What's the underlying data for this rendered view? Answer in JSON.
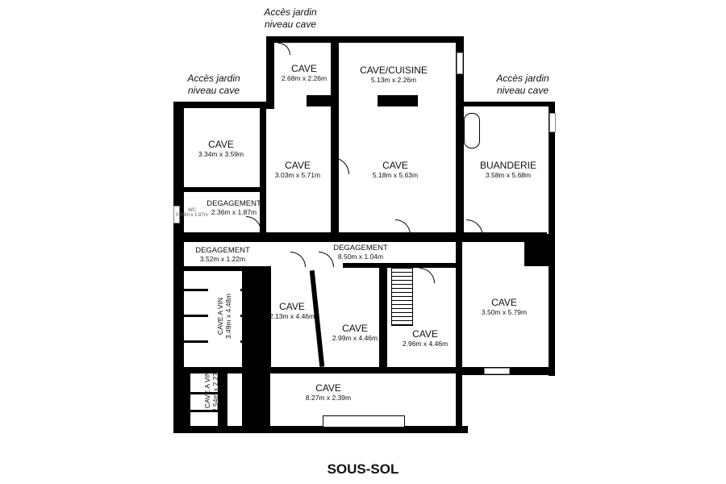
{
  "title": "SOUS-SOL",
  "notes": {
    "garden_top": [
      "Accès jardin",
      "niveau cave"
    ],
    "garden_left": [
      "Accès jardin",
      "niveau cave"
    ],
    "garden_right": [
      "Accès jardin",
      "niveau cave"
    ]
  },
  "rooms": {
    "cave_top_small": {
      "name": "CAVE",
      "dim": "2.68m x 2.26m"
    },
    "cave_cuisine": {
      "name": "CAVE/CUISINE",
      "dim": "5.13m x 2.26m"
    },
    "cave_left_top": {
      "name": "CAVE",
      "dim": "3.34m x 3.59m"
    },
    "cave_mid": {
      "name": "CAVE",
      "dim": "3.03m x 5.71m"
    },
    "cave_center": {
      "name": "CAVE",
      "dim": "5.18m x 5.63m"
    },
    "buanderie": {
      "name": "BUANDERIE",
      "dim": "3.58m x 5.68m"
    },
    "wc": {
      "name": "WC",
      "dim": "0.89m x 1.87m"
    },
    "degagement_small": {
      "name": "DEGAGEMENT",
      "dim": "2.36m x 1.87m"
    },
    "degagement_left": {
      "name": "DEGAGEMENT",
      "dim": "3.52m x 1.22m"
    },
    "degagement_main": {
      "name": "DEGAGEMENT",
      "dim": "8.50m x 1.04m"
    },
    "cave_a_vin_1": {
      "name": "CAVE A VIN",
      "dim": "3.49m x 4.48m"
    },
    "cave_a_vin_2": {
      "name": "CAVE A VIN",
      "dim": "2.54m x 2.27m"
    },
    "cave_213": {
      "name": "CAVE",
      "dim": "2.13m x 4.46m"
    },
    "cave_299": {
      "name": "CAVE",
      "dim": "2.99m x 4.46m"
    },
    "cave_296": {
      "name": "CAVE",
      "dim": "2.96m x 4.46m"
    },
    "cave_right": {
      "name": "CAVE",
      "dim": "3.50m x 5.79m"
    },
    "cave_bottom": {
      "name": "CAVE",
      "dim": "8.27m x 2.39m"
    }
  }
}
